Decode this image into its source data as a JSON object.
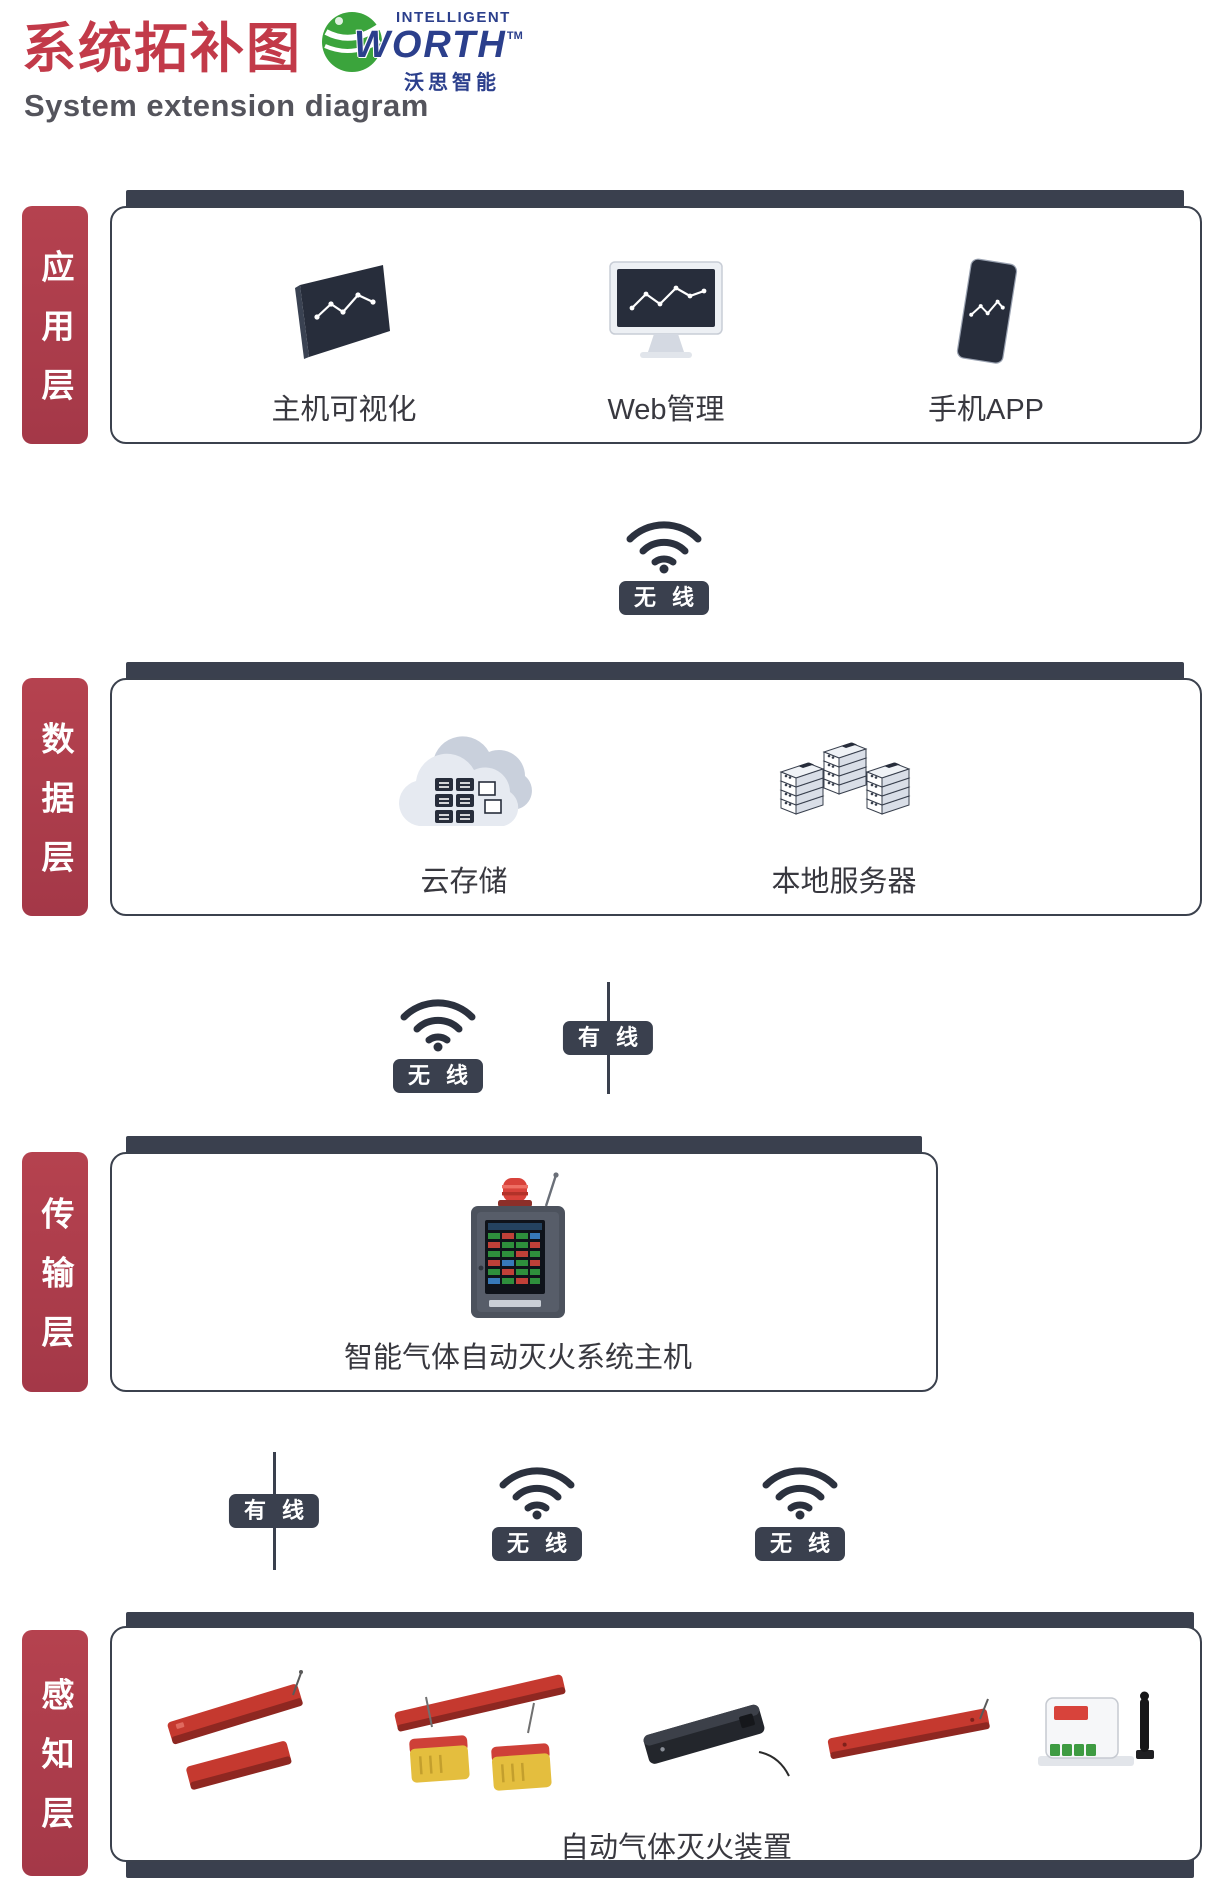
{
  "header": {
    "title_cn": "系统拓补图",
    "title_en": "System extension diagram",
    "logo": {
      "intelligent": "INTELLIGENT",
      "worth": "WORTH",
      "tm": "TM",
      "cn_name": "沃思智能"
    }
  },
  "connectors": {
    "wireless_label": "无 线",
    "wired_label": "有 线"
  },
  "layers": [
    {
      "label": "应用层",
      "items": [
        {
          "label": "主机可视化",
          "icon": "screen-chart-icon"
        },
        {
          "label": "Web管理",
          "icon": "monitor-chart-icon"
        },
        {
          "label": "手机APP",
          "icon": "phone-chart-icon"
        }
      ]
    },
    {
      "label": "数据层",
      "items": [
        {
          "label": "云存储",
          "icon": "cloud-storage-icon"
        },
        {
          "label": "本地服务器",
          "icon": "server-stack-icon"
        }
      ]
    },
    {
      "label": "传输层",
      "items": [
        {
          "label": "智能气体自动灭火系统主机",
          "icon": "fire-host-device-image"
        }
      ]
    },
    {
      "label": "感知层",
      "items": [
        {
          "label": "自动气体灭火装置",
          "icon": "fire-extinguishing-device-images"
        }
      ]
    }
  ],
  "colors": {
    "accent_red": "#B2404E",
    "title_red": "#C23A49",
    "bar_dark": "#3A404E",
    "brand_blue": "#2B3F8C",
    "brand_green": "#3BA43C"
  }
}
